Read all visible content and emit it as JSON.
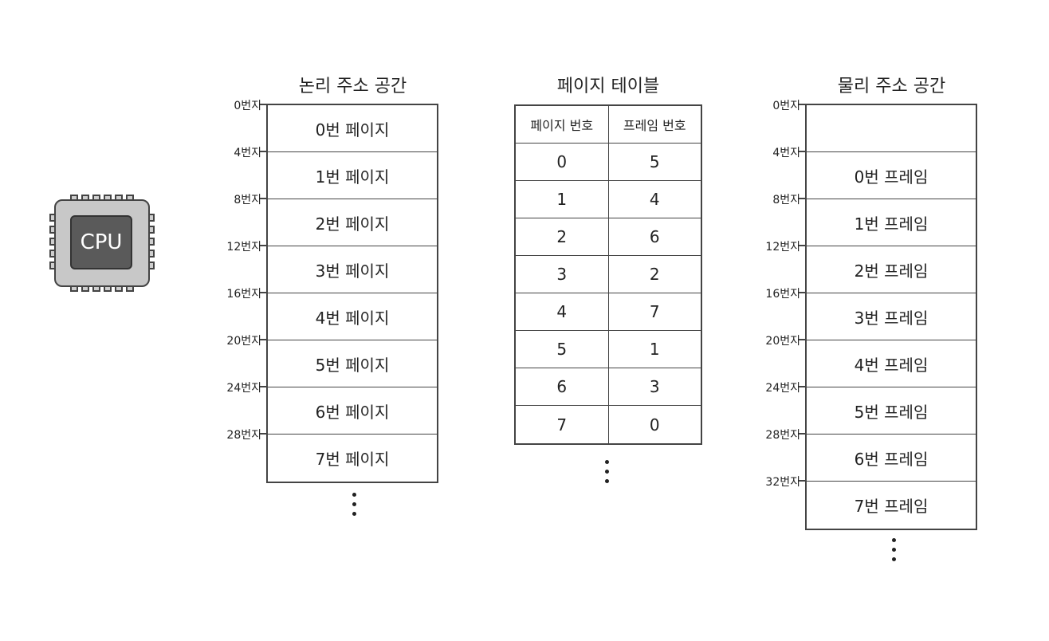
{
  "cpu": {
    "label": "CPU"
  },
  "logical": {
    "title": "논리 주소 공간",
    "rows": [
      "0번 페이지",
      "1번 페이지",
      "2번 페이지",
      "3번 페이지",
      "4번 페이지",
      "5번 페이지",
      "6번 페이지",
      "7번 페이지"
    ],
    "addresses": [
      "0번지",
      "4번지",
      "8번지",
      "12번지",
      "16번지",
      "20번지",
      "24번지",
      "28번지"
    ]
  },
  "page_table": {
    "title": "페이지 테이블",
    "headers": [
      "페이지 번호",
      "프레임 번호"
    ],
    "rows": [
      [
        "0",
        "5"
      ],
      [
        "1",
        "4"
      ],
      [
        "2",
        "6"
      ],
      [
        "3",
        "2"
      ],
      [
        "4",
        "7"
      ],
      [
        "5",
        "1"
      ],
      [
        "6",
        "3"
      ],
      [
        "7",
        "0"
      ]
    ]
  },
  "physical": {
    "title": "물리 주소 공간",
    "rows": [
      "",
      "0번 프레임",
      "1번 프레임",
      "2번 프레임",
      "3번 프레임",
      "4번 프레임",
      "5번 프레임",
      "6번 프레임",
      "7번 프레임"
    ],
    "addresses": [
      "0번지",
      "4번지",
      "8번지",
      "12번지",
      "16번지",
      "20번지",
      "24번지",
      "28번지",
      "32번지"
    ]
  }
}
